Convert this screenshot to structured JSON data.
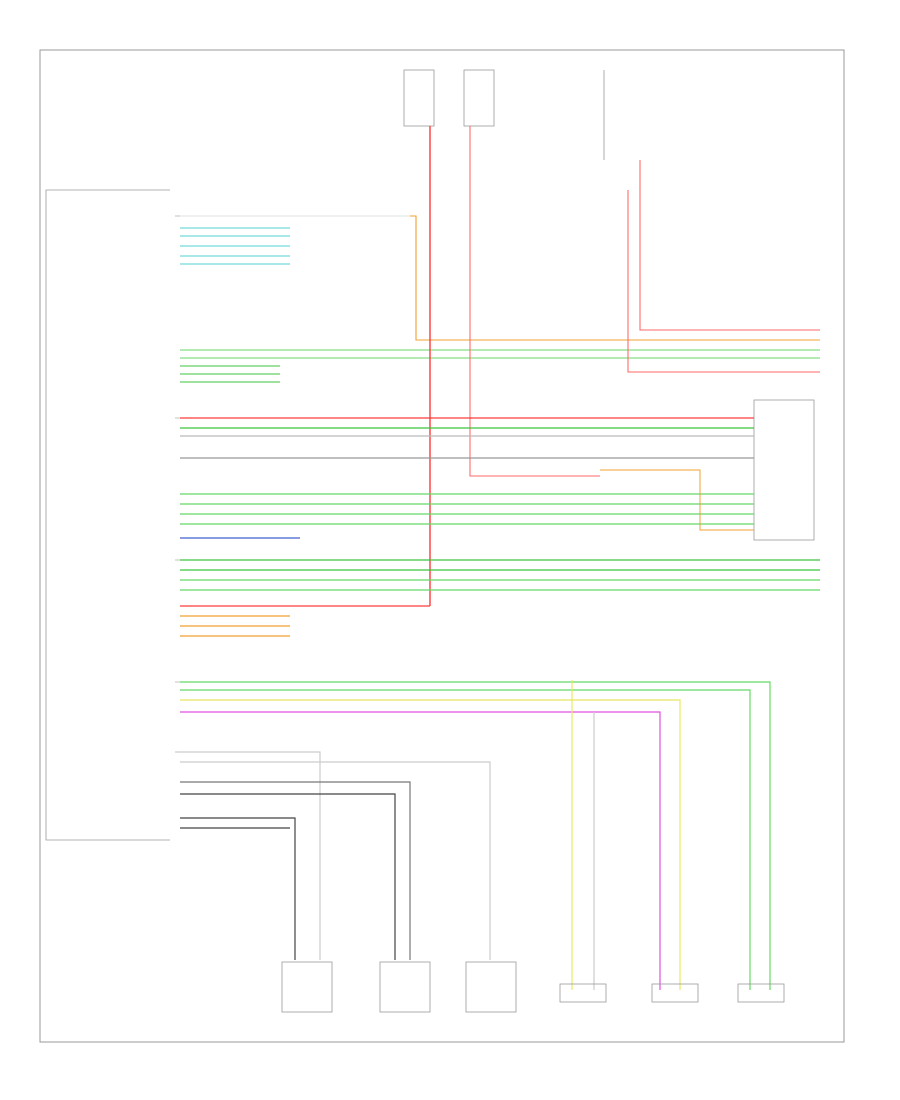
{
  "diagram": {
    "footer_left": "",
    "frame_label": ""
  },
  "left_pin_labels": [
    "",
    "",
    "",
    "",
    "",
    "",
    "",
    "",
    "",
    "",
    "",
    "",
    "",
    "",
    "",
    "",
    "",
    "",
    "",
    "",
    "",
    "",
    "",
    "",
    "",
    "",
    "",
    "",
    "",
    "",
    "",
    "",
    "",
    "",
    "",
    "",
    "",
    "",
    "",
    "",
    "",
    "",
    "",
    "",
    "",
    "",
    "",
    "",
    "",
    "",
    ""
  ],
  "wires": [
    {
      "name": "wire-power-red-1",
      "color": "#ff3b3b"
    },
    {
      "name": "wire-power-red-2",
      "color": "#ff6a6a"
    },
    {
      "name": "wire-green-1",
      "color": "#3cc43c"
    },
    {
      "name": "wire-green-2",
      "color": "#66d866"
    },
    {
      "name": "wire-cyan",
      "color": "#50d0d0"
    },
    {
      "name": "wire-orange",
      "color": "#f0a030"
    },
    {
      "name": "wire-blue",
      "color": "#4060d0"
    },
    {
      "name": "wire-yellow",
      "color": "#e8e860"
    },
    {
      "name": "wire-magenta",
      "color": "#e050e0"
    },
    {
      "name": "wire-gray",
      "color": "#9a9a9a"
    },
    {
      "name": "wire-black",
      "color": "#333333"
    }
  ]
}
